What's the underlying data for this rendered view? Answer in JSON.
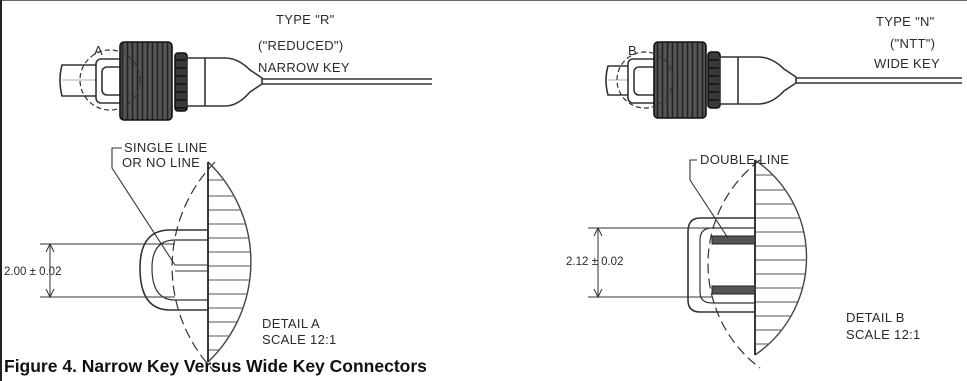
{
  "left": {
    "type_label": "TYPE \"R\"",
    "type_sub": "(\"REDUCED\")",
    "key_label": "NARROW KEY",
    "marker": "A",
    "line_note_1": "SINGLE LINE",
    "line_note_2": "OR NO LINE",
    "dimension": "2.00 ± 0.02",
    "detail_label": "DETAIL   A",
    "scale_label": "SCALE 12:1"
  },
  "right": {
    "type_label": "TYPE \"N\"",
    "type_sub": "(\"NTT\")",
    "key_label": "WIDE KEY",
    "marker": "B",
    "line_note_1": "DOUBLE LINE",
    "dimension": "2.12 ± 0.02",
    "detail_label": "DETAIL   B",
    "scale_label": "SCALE 12:1"
  },
  "caption": "Figure 4. Narrow Key Versus Wide Key Connectors"
}
